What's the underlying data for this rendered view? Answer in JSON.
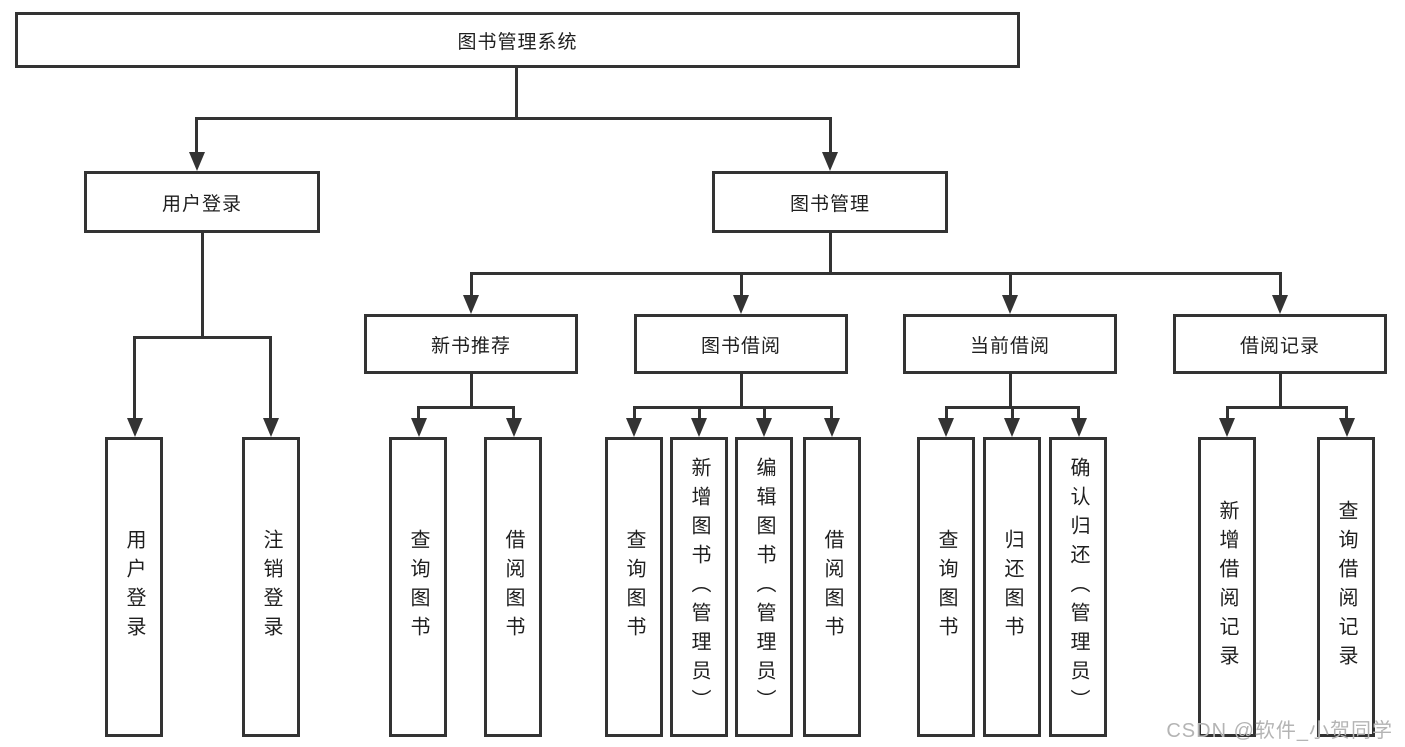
{
  "diagram": {
    "root": {
      "label": "图书管理系统"
    },
    "level2": [
      {
        "label": "用户登录"
      },
      {
        "label": "图书管理"
      }
    ],
    "level3": [
      {
        "label": "新书推荐"
      },
      {
        "label": "图书借阅"
      },
      {
        "label": "当前借阅"
      },
      {
        "label": "借阅记录"
      }
    ],
    "leaves": {
      "user_login": [
        "用户登录",
        "注销登录"
      ],
      "new_books": [
        "查询图书",
        "借阅图书"
      ],
      "book_borrow": [
        "查询图书",
        "新增图书（管理员）",
        "编辑图书（管理员）",
        "借阅图书"
      ],
      "current_borrow": [
        "查询图书",
        "归还图书",
        "确认归还（管理员）"
      ],
      "borrow_records": [
        "新增借阅记录",
        "查询借阅记录"
      ]
    },
    "colors": {
      "line": "#333333",
      "box_border": "#333333",
      "text": "#1f1f1f",
      "watermark": "#b4b4b4",
      "background": "#ffffff"
    }
  },
  "watermark": {
    "text": "CSDN @软件_小贺同学"
  }
}
